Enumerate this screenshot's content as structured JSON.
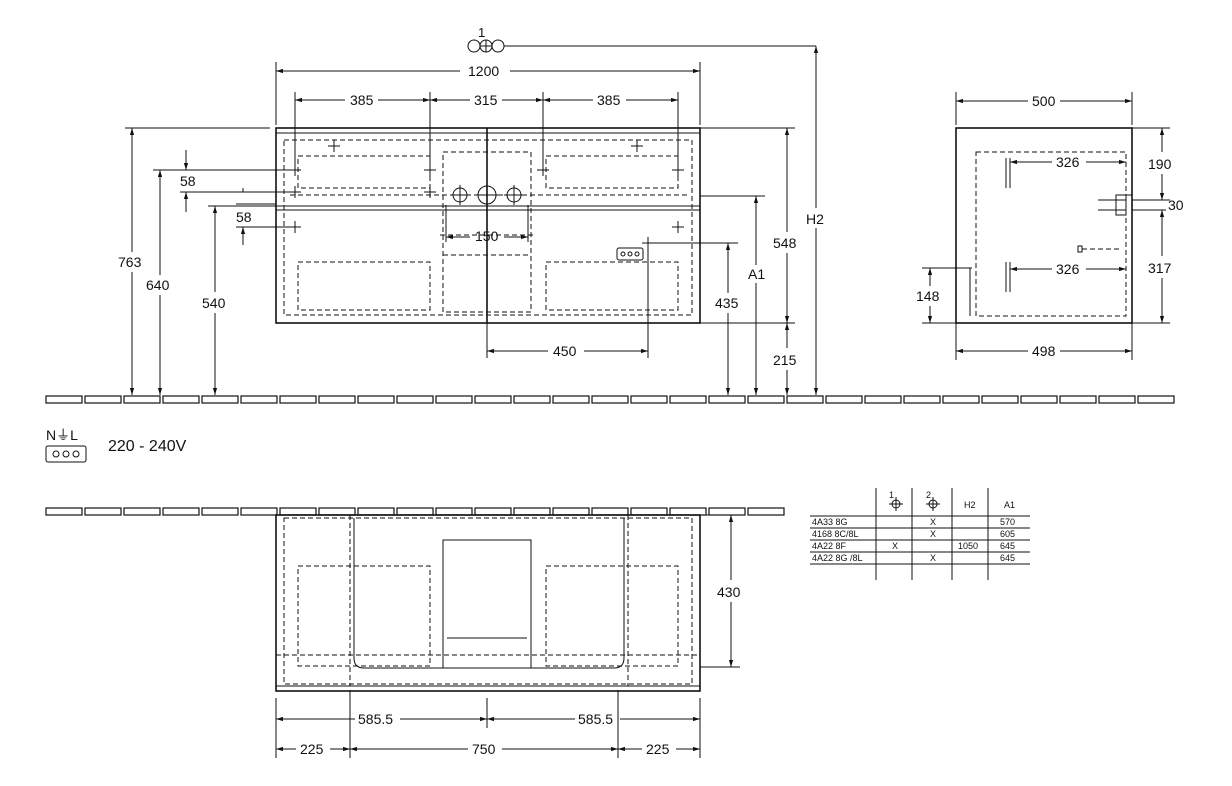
{
  "front_view": {
    "width": "1200",
    "spacing_left": "385",
    "spacing_center": "315",
    "spacing_right": "385",
    "height_total": "763",
    "height_640": "640",
    "height_540": "540",
    "offset_58_top": "58",
    "offset_58_bottom": "58",
    "hole_spacing": "150",
    "socket_offset": "450",
    "height_435": "435",
    "height_548": "548",
    "floor_gap": "215",
    "label_a1": "A1",
    "label_h2": "H2",
    "marker_number": "1"
  },
  "side_view": {
    "depth_top": "500",
    "depth_bottom": "498",
    "inner_top": "326",
    "inner_bottom": "326",
    "height_190": "190",
    "height_30": "30",
    "height_317": "317",
    "height_148": "148"
  },
  "electrical": {
    "symbol": "N⏚L",
    "voltage": "220 - 240V"
  },
  "top_view": {
    "depth": "430",
    "half_left": "585.5",
    "half_right": "585.5",
    "edge_left": "225",
    "center": "750",
    "edge_right": "225"
  },
  "table": {
    "headers": [
      "",
      "1",
      "2",
      "H2",
      "A1"
    ],
    "rows": [
      {
        "model": "4A33 8G",
        "c1": "",
        "c2": "X",
        "h2": "",
        "a1": "570"
      },
      {
        "model": "4168 8C/8L",
        "c1": "",
        "c2": "X",
        "h2": "",
        "a1": "605"
      },
      {
        "model": "4A22 8F",
        "c1": "X",
        "c2": "",
        "h2": "1050",
        "a1": "645"
      },
      {
        "model": "4A22 8G /8L",
        "c1": "",
        "c2": "X",
        "h2": "",
        "a1": "645"
      }
    ]
  }
}
